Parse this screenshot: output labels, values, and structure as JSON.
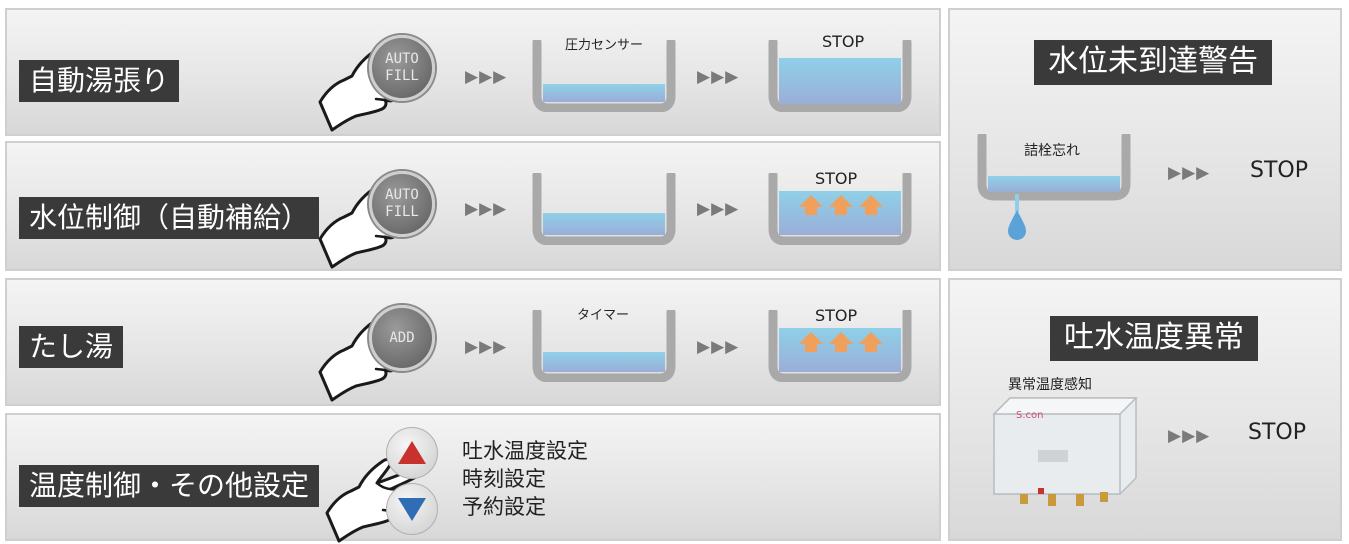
{
  "rows": [
    {
      "label": "自動湯張り",
      "button": "AUTO\nFILL",
      "tub1_text": "圧力センサー",
      "tub2_text": "STOP"
    },
    {
      "label": "水位制御（自動補給）",
      "button": "AUTO\nFILL",
      "tub1_text": "",
      "tub2_text": "STOP"
    },
    {
      "label": "たし湯",
      "button": "ADD",
      "tub1_text": "タイマー",
      "tub2_text": "STOP"
    },
    {
      "label": "温度制御・その他設定",
      "options": [
        "吐水温度設定",
        "時刻設定",
        "予約設定"
      ]
    }
  ],
  "arrow": "▶▶▶",
  "right": [
    {
      "title": "水位未到達警告",
      "caption": "詰栓忘れ",
      "stop": "STOP"
    },
    {
      "title": "吐水温度異常",
      "caption": "異常温度感知",
      "device_brand": "S.con",
      "stop": "STOP"
    }
  ],
  "colors": {
    "water": "#8fd0e8",
    "water_deep": "#9aaed8",
    "label_bg": "#3a3a3a",
    "arrow_up": "#f0a05a",
    "up_btn": "#c8322e",
    "down_btn": "#2f6db5"
  },
  "icons": [
    "hand-pointer-icon",
    "up-triangle-icon",
    "down-triangle-icon",
    "water-drop-icon"
  ]
}
